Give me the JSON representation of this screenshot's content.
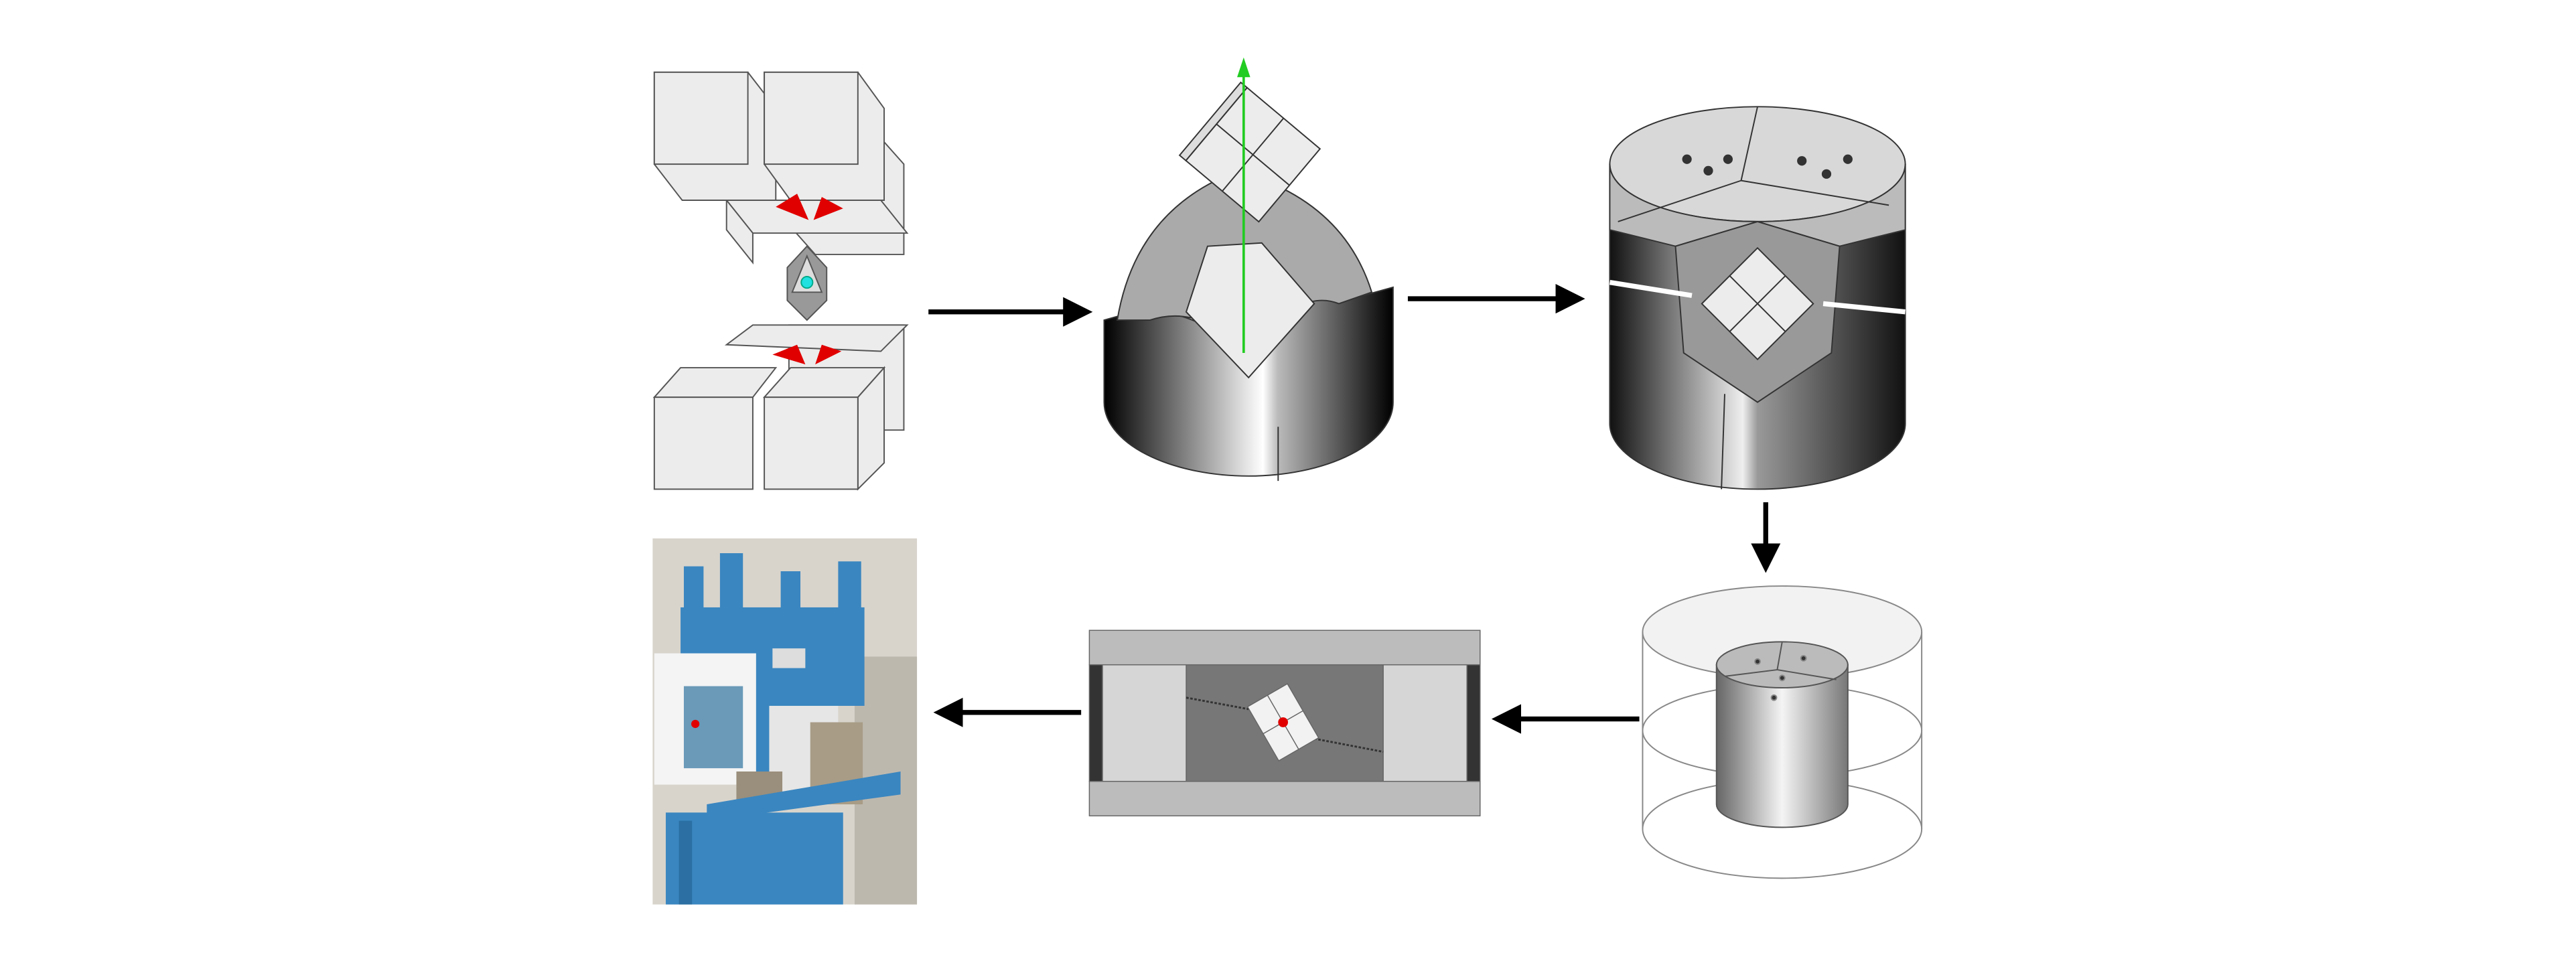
{
  "diagram": {
    "colors": {
      "background": "#ffffff",
      "anvil_face": "#ececec",
      "anvil_edge": "#555555",
      "gasket": "#e00000",
      "sample": "#20e0e0",
      "axis_arrow": "#22cc22",
      "press_blue": "#3a86c0",
      "flow_arrow": "#000000"
    },
    "panels": [
      {
        "id": "cubic-anvils-octahedron",
        "icon": "anvil-cubes"
      },
      {
        "id": "split-cylinder-with-cube",
        "icon": "split-cylinder"
      },
      {
        "id": "assembled-split-cylinder",
        "icon": "assembled-cylinder"
      },
      {
        "id": "cylinder-in-containment-ring",
        "icon": "containment-ring"
      },
      {
        "id": "cross-section-press-module",
        "icon": "cross-section"
      },
      {
        "id": "hydraulic-press-photo",
        "icon": "press-photo"
      }
    ]
  }
}
